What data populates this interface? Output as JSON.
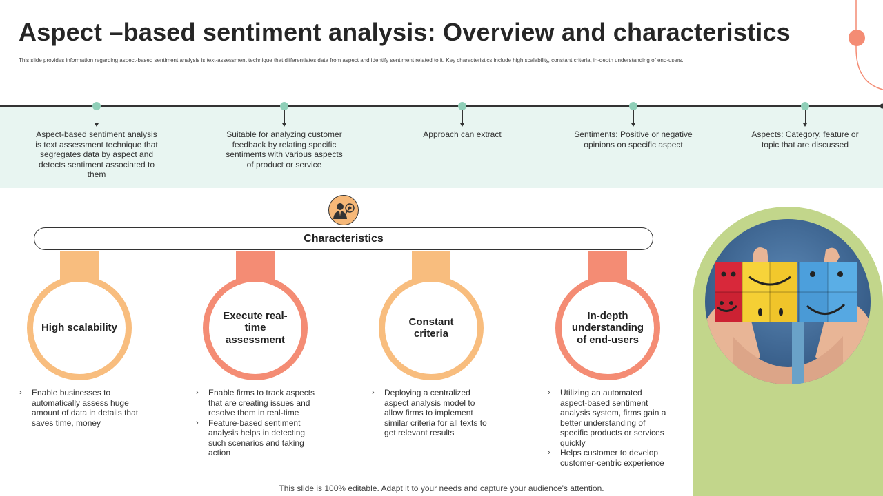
{
  "title": "Aspect –based sentiment analysis: Overview and characteristics",
  "subtitle": "This slide provides information regarding aspect-based sentiment analysis is text-assessment technique that differentiates data from aspect and identify sentiment related to it. Key characteristics include high scalability, constant criteria, in-depth understanding of end-users.",
  "timeline": [
    {
      "text": "Aspect-based sentiment analysis is text assessment technique that segregates data by aspect and detects sentiment associated to them"
    },
    {
      "text": "Suitable for analyzing customer feedback by relating specific sentiments with various aspects of product or service"
    },
    {
      "text": "Approach can extract"
    },
    {
      "text": "Sentiments: Positive or negative opinions on specific aspect"
    },
    {
      "text": "Aspects: Category, feature or topic that are discussed"
    }
  ],
  "characteristics_label": "Characteristics",
  "characteristics": [
    {
      "label": "High scalability",
      "bullets": [
        "Enable businesses to automatically assess huge amount of data in details that saves time, money"
      ]
    },
    {
      "label": "Execute real-time assessment",
      "bullets": [
        "Enable firms to track aspects that are creating issues and resolve them in real-time",
        "Feature-based sentiment analysis helps in detecting such scenarios and taking action"
      ]
    },
    {
      "label": "Constant criteria",
      "bullets": [
        "Deploying a centralized aspect analysis model to allow firms to implement similar criteria for all texts to get relevant results"
      ]
    },
    {
      "label": "In-depth understanding of end-users",
      "bullets": [
        "Utilizing an automated aspect-based sentiment analysis system, firms gain a better understanding of specific products or services quickly",
        "Helps customer to develop customer-centric experience"
      ]
    }
  ],
  "footer": "This slide is 100% editable. Adapt it to your needs and capture your audience's attention.",
  "colors": {
    "orange": "#f8bd7e",
    "salmon": "#f48c74",
    "mint": "#e8f5f1",
    "green": "#c2d68b",
    "dot": "#8fcfb8"
  },
  "icons": {
    "person": "businessman-target-icon",
    "bullet": "chevron-right-icon"
  }
}
